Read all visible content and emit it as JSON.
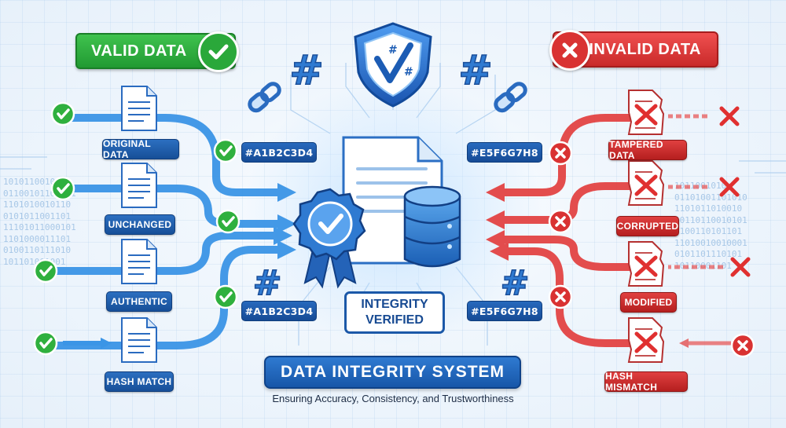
{
  "valid_header": "VALID DATA",
  "invalid_header": "INVALID DATA",
  "valid_items": [
    "ORIGINAL DATA",
    "UNCHANGED",
    "AUTHENTIC",
    "HASH MATCH"
  ],
  "invalid_items": [
    "TAMPERED DATA",
    "CORRUPTED",
    "MODIFIED",
    "HASH MISMATCH"
  ],
  "hashes": {
    "top_left": "#A1B2C3D4",
    "bottom_left": "#A1B2C3D4",
    "top_right": "#E5F6G7H8",
    "bottom_right": "#E5F6G7H8"
  },
  "shield_text": "#",
  "center_status_line1": "INTEGRITY",
  "center_status_line2": "VERIFIED",
  "title": "DATA INTEGRITY SYSTEM",
  "subtitle": "Ensuring Accuracy, Consistency, and Trustworthiness",
  "binary_left": "10101100101\n01100101101001\n1101010010110\n0101011001101\n11101011000101\n1101000011101\n0100110111010\n101101001001",
  "binary_right": "1011001010\n01101001101010\n1101011010010\n10110110010101\n0100110101101\n11010010010001\n0101101110101\n10110001101",
  "colors": {
    "valid": "#2aa83a",
    "invalid": "#d93232",
    "primary": "#1f63b8"
  }
}
